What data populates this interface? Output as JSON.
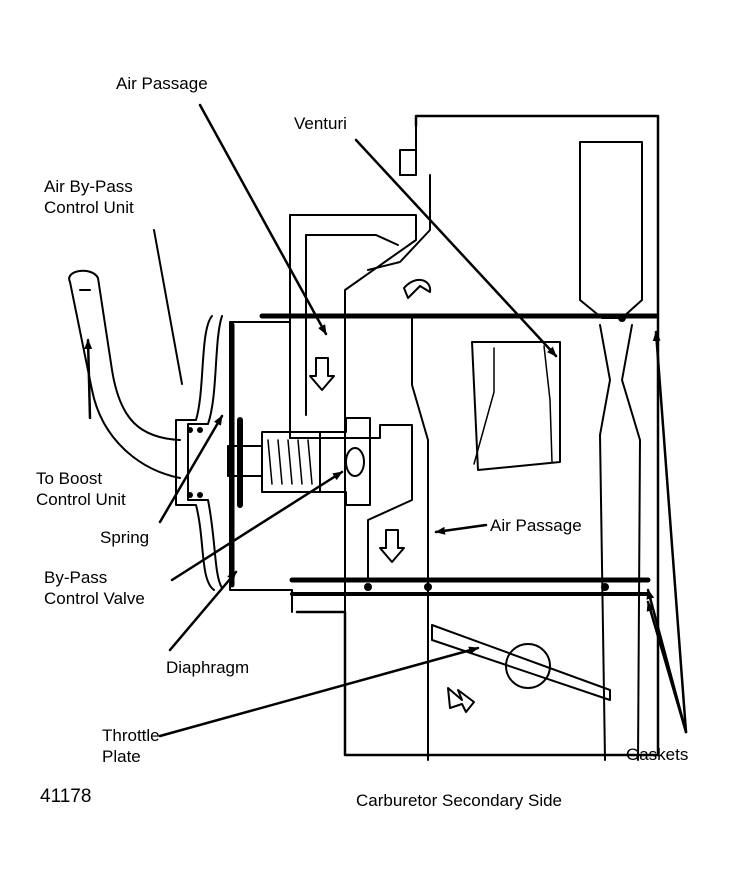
{
  "figure_number": "41178",
  "caption": "Carburetor Secondary Side",
  "labels": {
    "air_passage_top": "Air Passage",
    "venturi": "Venturi",
    "air_bypass_control_unit": [
      "Air By-Pass",
      "Control Unit"
    ],
    "to_boost_control_unit": [
      "To Boost",
      "Control Unit"
    ],
    "spring": "Spring",
    "bypass_control_valve": [
      "By-Pass",
      "Control Valve"
    ],
    "diaphragm": "Diaphragm",
    "throttle_plate": [
      "Throttle",
      "Plate"
    ],
    "air_passage_right": "Air Passage",
    "gaskets": "Gaskets"
  },
  "colors": {
    "ink": "#000000",
    "paper": "#ffffff"
  }
}
